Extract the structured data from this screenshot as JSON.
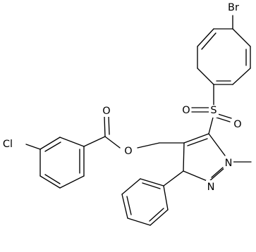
{
  "molecule": {
    "atom_labels": {
      "br": "Br",
      "s": "S",
      "o_sulfonyl_left": "O",
      "o_sulfonyl_right": "O",
      "o_carbonyl": "O",
      "o_ester": "O",
      "cl": "Cl",
      "n1": "N",
      "n2": "N"
    }
  }
}
